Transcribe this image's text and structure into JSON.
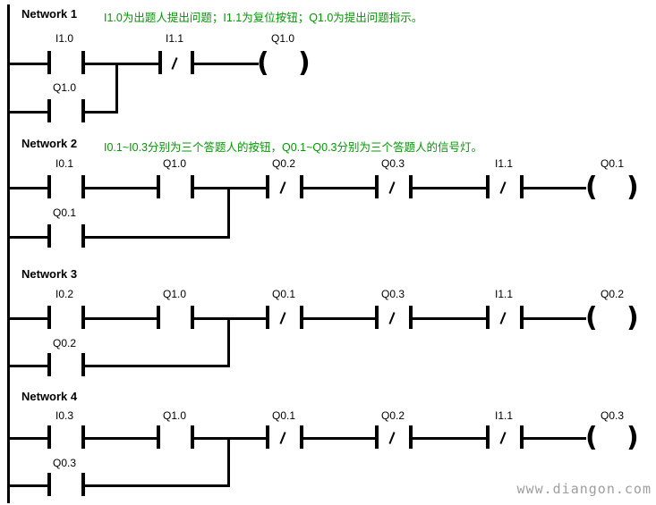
{
  "watermark": "www.diangon.com",
  "symbols": {
    "coil_left": "(",
    "coil_right": ")"
  },
  "colors": {
    "comment": "#009900",
    "line": "#000000",
    "watermark": "#9e9e9e"
  },
  "networks": [
    {
      "title": "Network 1",
      "comment": "I1.0为出题人提出问题；I1.1为复位按钮；Q1.0为提出问题指示。",
      "contacts": [
        {
          "label": "I1.0",
          "type": "NO"
        },
        {
          "label": "I1.1",
          "type": "NC"
        }
      ],
      "coil": "Q1.0",
      "branch": "Q1.0"
    },
    {
      "title": "Network 2",
      "comment": "I0.1~I0.3分别为三个答题人的按钮，Q0.1~Q0.3分别为三个答题人的信号灯。",
      "contacts": [
        {
          "label": "I0.1",
          "type": "NO"
        },
        {
          "label": "Q1.0",
          "type": "NO"
        },
        {
          "label": "Q0.2",
          "type": "NC"
        },
        {
          "label": "Q0.3",
          "type": "NC"
        },
        {
          "label": "I1.1",
          "type": "NC"
        }
      ],
      "coil": "Q0.1",
      "branch": "Q0.1"
    },
    {
      "title": "Network 3",
      "comment": "",
      "contacts": [
        {
          "label": "I0.2",
          "type": "NO"
        },
        {
          "label": "Q1.0",
          "type": "NO"
        },
        {
          "label": "Q0.1",
          "type": "NC"
        },
        {
          "label": "Q0.3",
          "type": "NC"
        },
        {
          "label": "I1.1",
          "type": "NC"
        }
      ],
      "coil": "Q0.2",
      "branch": "Q0.2"
    },
    {
      "title": "Network 4",
      "comment": "",
      "contacts": [
        {
          "label": "I0.3",
          "type": "NO"
        },
        {
          "label": "Q1.0",
          "type": "NO"
        },
        {
          "label": "Q0.1",
          "type": "NC"
        },
        {
          "label": "Q0.2",
          "type": "NC"
        },
        {
          "label": "I1.1",
          "type": "NC"
        }
      ],
      "coil": "Q0.3",
      "branch": "Q0.3"
    }
  ]
}
